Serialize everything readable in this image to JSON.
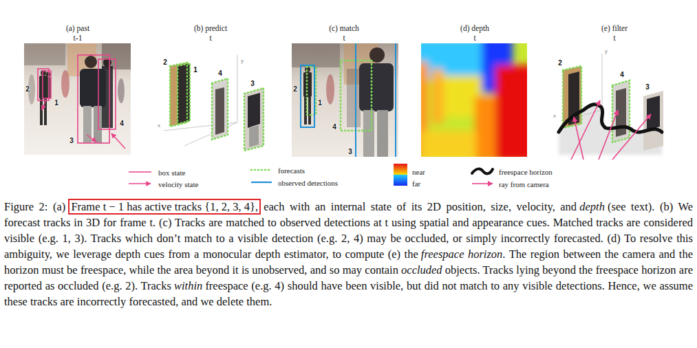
{
  "diagram": {
    "nodes": [
      {
        "text": [
          "Frame t − 1 has active tracks {1, 2, 3, 4},"
        ]
      }
    ],
    "labels": [
      "(a) past",
      "t-1",
      "2",
      "1",
      "4",
      "3",
      "(b) predict",
      "t",
      "2",
      "1",
      "4",
      "3",
      "y",
      "x",
      "(c) match",
      "t",
      "2",
      "1",
      "4",
      "3",
      "(d) depth",
      "t",
      "(e) filter",
      "t",
      "2",
      "4",
      "3",
      "y",
      "x",
      "Figure 2: (a)",
      "each with an internal state of its 2D position, size, velocity, and",
      "depth",
      "(see text). (b) We forecast tracks in 3D for frame t. (c) Tracks are matched to observed detections at t using spatial and appearance cues. Matched tracks are considered visible (e.g. 1, 3). Tracks which don’t match to a visible detection (e.g. 2, 4) may be occluded, or simply incorrectly forecasted. (d) To resolve this ambiguity, we leverage depth cues from a monocular depth estimator, to compute (e) the",
      "freespace horizon",
      ". The region between the camera and the horizon must be freespace, while the area beyond it is unobserved, and so may contain",
      "occluded",
      "objects. Tracks lying beyond the freespace horizon are reported as occluded (e.g. 2). Tracks",
      "within",
      "freespace (e.g. 4) should have been visible, but did not match to any visible detections. Hence, we assume these tracks are incorrectly forecasted, and we delete them."
    ],
    "legend": [
      {
        "text": "box state"
      },
      {
        "text": "velocity state"
      },
      {
        "text": "forecasts"
      },
      {
        "text": "observed detections"
      },
      {
        "text": "near",
        "color": "#e8141a"
      },
      {
        "text": "far",
        "color": "#1428f0"
      },
      {
        "text": "freespace horizon"
      },
      {
        "text": "ray from camera"
      }
    ]
  }
}
